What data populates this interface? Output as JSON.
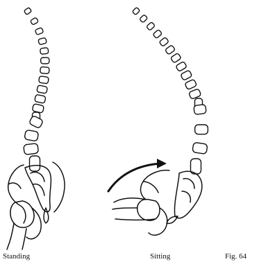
{
  "captions": {
    "standing": "Standing",
    "sitting": "Sitting",
    "figure_number": "Fig. 64"
  },
  "colors": {
    "ink": "#111111",
    "background": "#ffffff"
  },
  "icons": {
    "standing_spine": "spine-lordosis-illustration",
    "sitting_spine": "spine-flattened-illustration",
    "pelvis_rotation": "curved-arrow-icon"
  }
}
